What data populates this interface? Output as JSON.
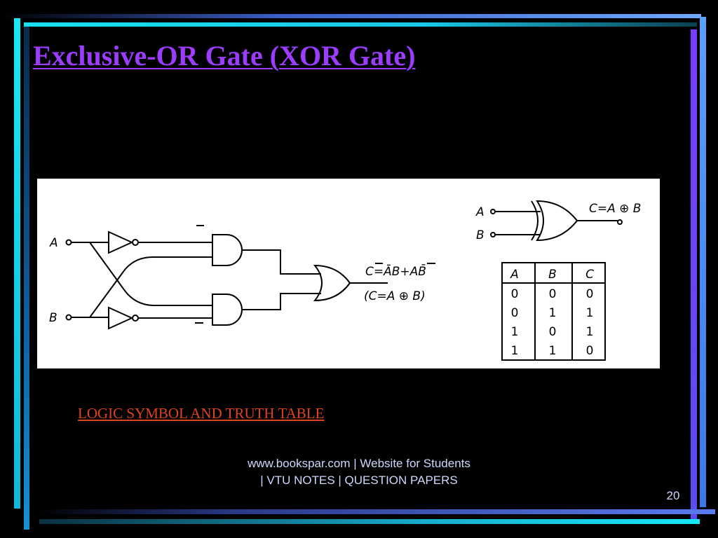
{
  "slide": {
    "title": "Exclusive-OR Gate (XOR Gate)",
    "caption": "LOGIC SYMBOL AND TRUTH TABLE",
    "footer": "www.bookspar.com | Website for Students | VTU NOTES | QUESTION PAPERS",
    "slide_number": "20"
  },
  "circuit": {
    "input_a": "A",
    "input_b": "B",
    "output_expression": "C=ĀB+AB̄",
    "output_alt_expression": "(C=A ⊕ B)"
  },
  "symbol": {
    "input_a": "A",
    "input_b": "B",
    "output_expression": "C=A ⊕ B"
  },
  "truth_table": {
    "headers": [
      "A",
      "B",
      "C"
    ],
    "rows": [
      [
        "0",
        "0",
        "0"
      ],
      [
        "0",
        "1",
        "1"
      ],
      [
        "1",
        "0",
        "1"
      ],
      [
        "1",
        "1",
        "0"
      ]
    ]
  },
  "colors": {
    "background": "#000000",
    "title": "#9b3cff",
    "caption": "#e0421a",
    "frame_cyan": "#18e0f0",
    "frame_purple": "#7a3cff",
    "frame_blue": "#5a9cff"
  }
}
